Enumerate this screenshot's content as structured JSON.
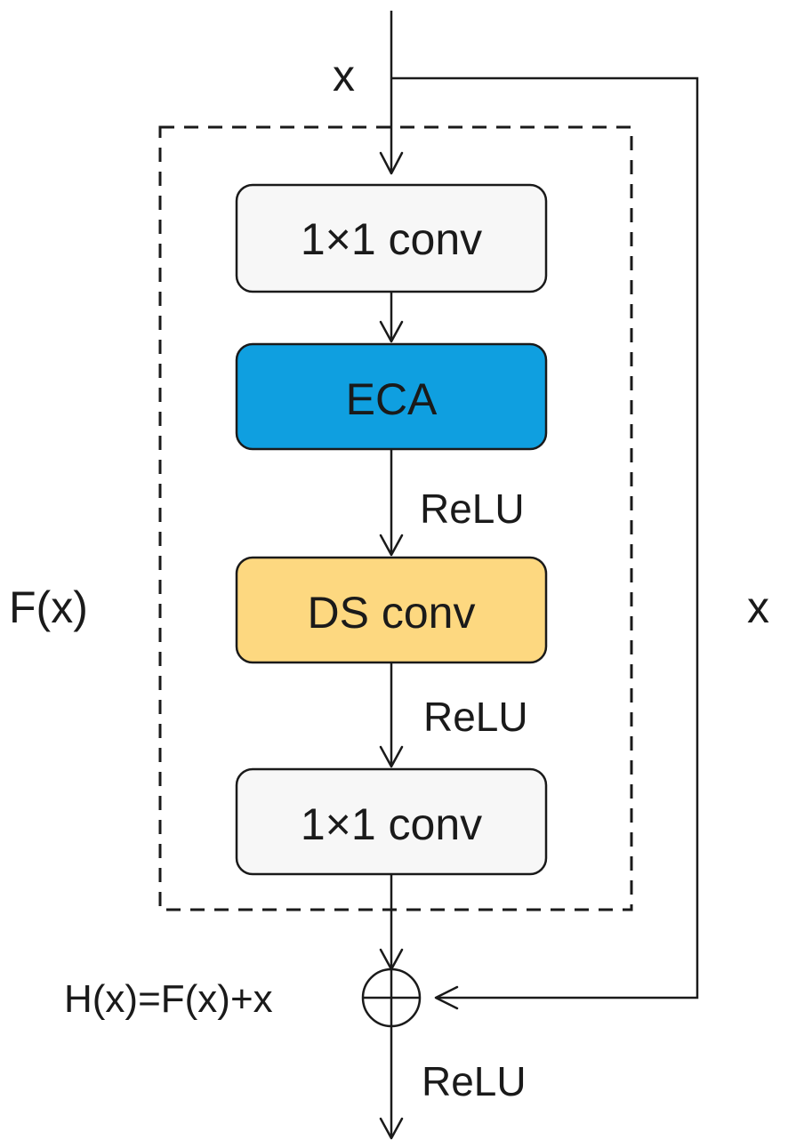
{
  "colors": {
    "line": "#1a1a1a",
    "box_default": "#f7f7f7",
    "eca_fill": "#0f9fe0",
    "ds_conv_fill": "#fdd880",
    "dashed_border": "#1a1a1a"
  },
  "labels": {
    "input_x": "x",
    "skip_x": "x",
    "residual_function": "F(x)",
    "output_equation": "H(x)=F(x)+x"
  },
  "blocks": {
    "conv1": "1×1 conv",
    "eca": "ECA",
    "ds_conv": "DS conv",
    "conv2": "1×1 conv"
  },
  "activations": {
    "after_eca": "ReLU",
    "after_ds_conv": "ReLU",
    "output": "ReLU"
  },
  "icons": {
    "sum": "circled-plus-icon"
  }
}
